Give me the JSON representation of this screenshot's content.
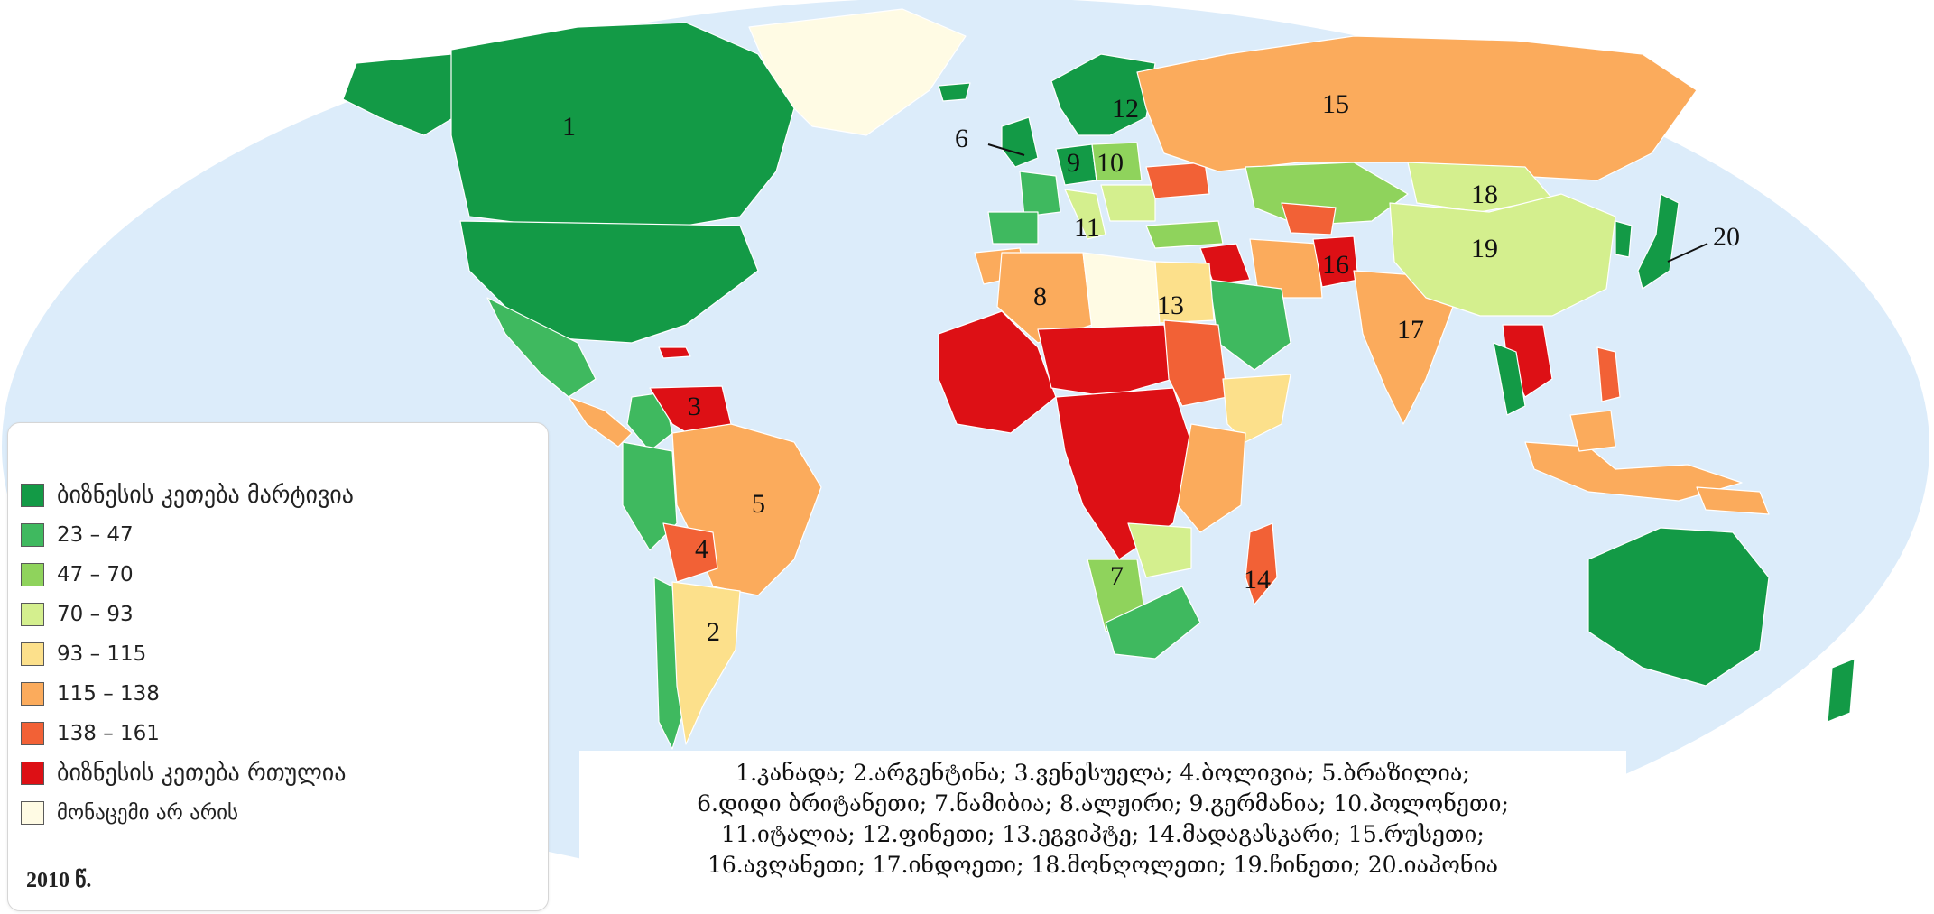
{
  "legend": {
    "items": [
      {
        "label": "ბიზნესის კეთება მარტივია",
        "color": "#139a46"
      },
      {
        "label": "23 – 47",
        "color": "#3fb95f"
      },
      {
        "label": "47 – 70",
        "color": "#8fd35c"
      },
      {
        "label": "70 – 93",
        "color": "#d4ef8e"
      },
      {
        "label": "93 – 115",
        "color": "#fce08b"
      },
      {
        "label": "115 – 138",
        "color": "#fbab5c"
      },
      {
        "label": "138 – 161",
        "color": "#f26136"
      },
      {
        "label": "ბიზნესის კეთება რთულია",
        "color": "#dd1015"
      },
      {
        "label": "მონაცემი არ არის",
        "color": "#fffbe4"
      }
    ],
    "year": "2010 წ."
  },
  "map": {
    "ocean_color": "#dcecfa",
    "markers": [
      {
        "id": 1,
        "label": "1"
      },
      {
        "id": 2,
        "label": "2"
      },
      {
        "id": 3,
        "label": "3"
      },
      {
        "id": 4,
        "label": "4"
      },
      {
        "id": 5,
        "label": "5"
      },
      {
        "id": 6,
        "label": "6"
      },
      {
        "id": 7,
        "label": "7"
      },
      {
        "id": 8,
        "label": "8"
      },
      {
        "id": 9,
        "label": "9"
      },
      {
        "id": 10,
        "label": "10"
      },
      {
        "id": 11,
        "label": "11"
      },
      {
        "id": 12,
        "label": "12"
      },
      {
        "id": 13,
        "label": "13"
      },
      {
        "id": 14,
        "label": "14"
      },
      {
        "id": 15,
        "label": "15"
      },
      {
        "id": 16,
        "label": "16"
      },
      {
        "id": 17,
        "label": "17"
      },
      {
        "id": 18,
        "label": "18"
      },
      {
        "id": 19,
        "label": "19"
      },
      {
        "id": 20,
        "label": "20"
      }
    ]
  },
  "country_key": {
    "lines": [
      "1.კანადა; 2.არგენტინა; 3.ვენესუელა; 4.ბოლივია; 5.ბრაზილია;",
      "6.დიდი ბრიტანეთი; 7.ნამიბია; 8.ალჟირი; 9.გერმანია; 10.პოლონეთი;",
      "11.იტალია; 12.ფინეთი; 13.ეგვიპტე; 14.მადაგასკარი; 15.რუსეთი;",
      "16.ავღანეთი; 17.ინდოეთი; 18.მონღოლეთი; 19.ჩინეთი; 20.იაპონია"
    ]
  }
}
